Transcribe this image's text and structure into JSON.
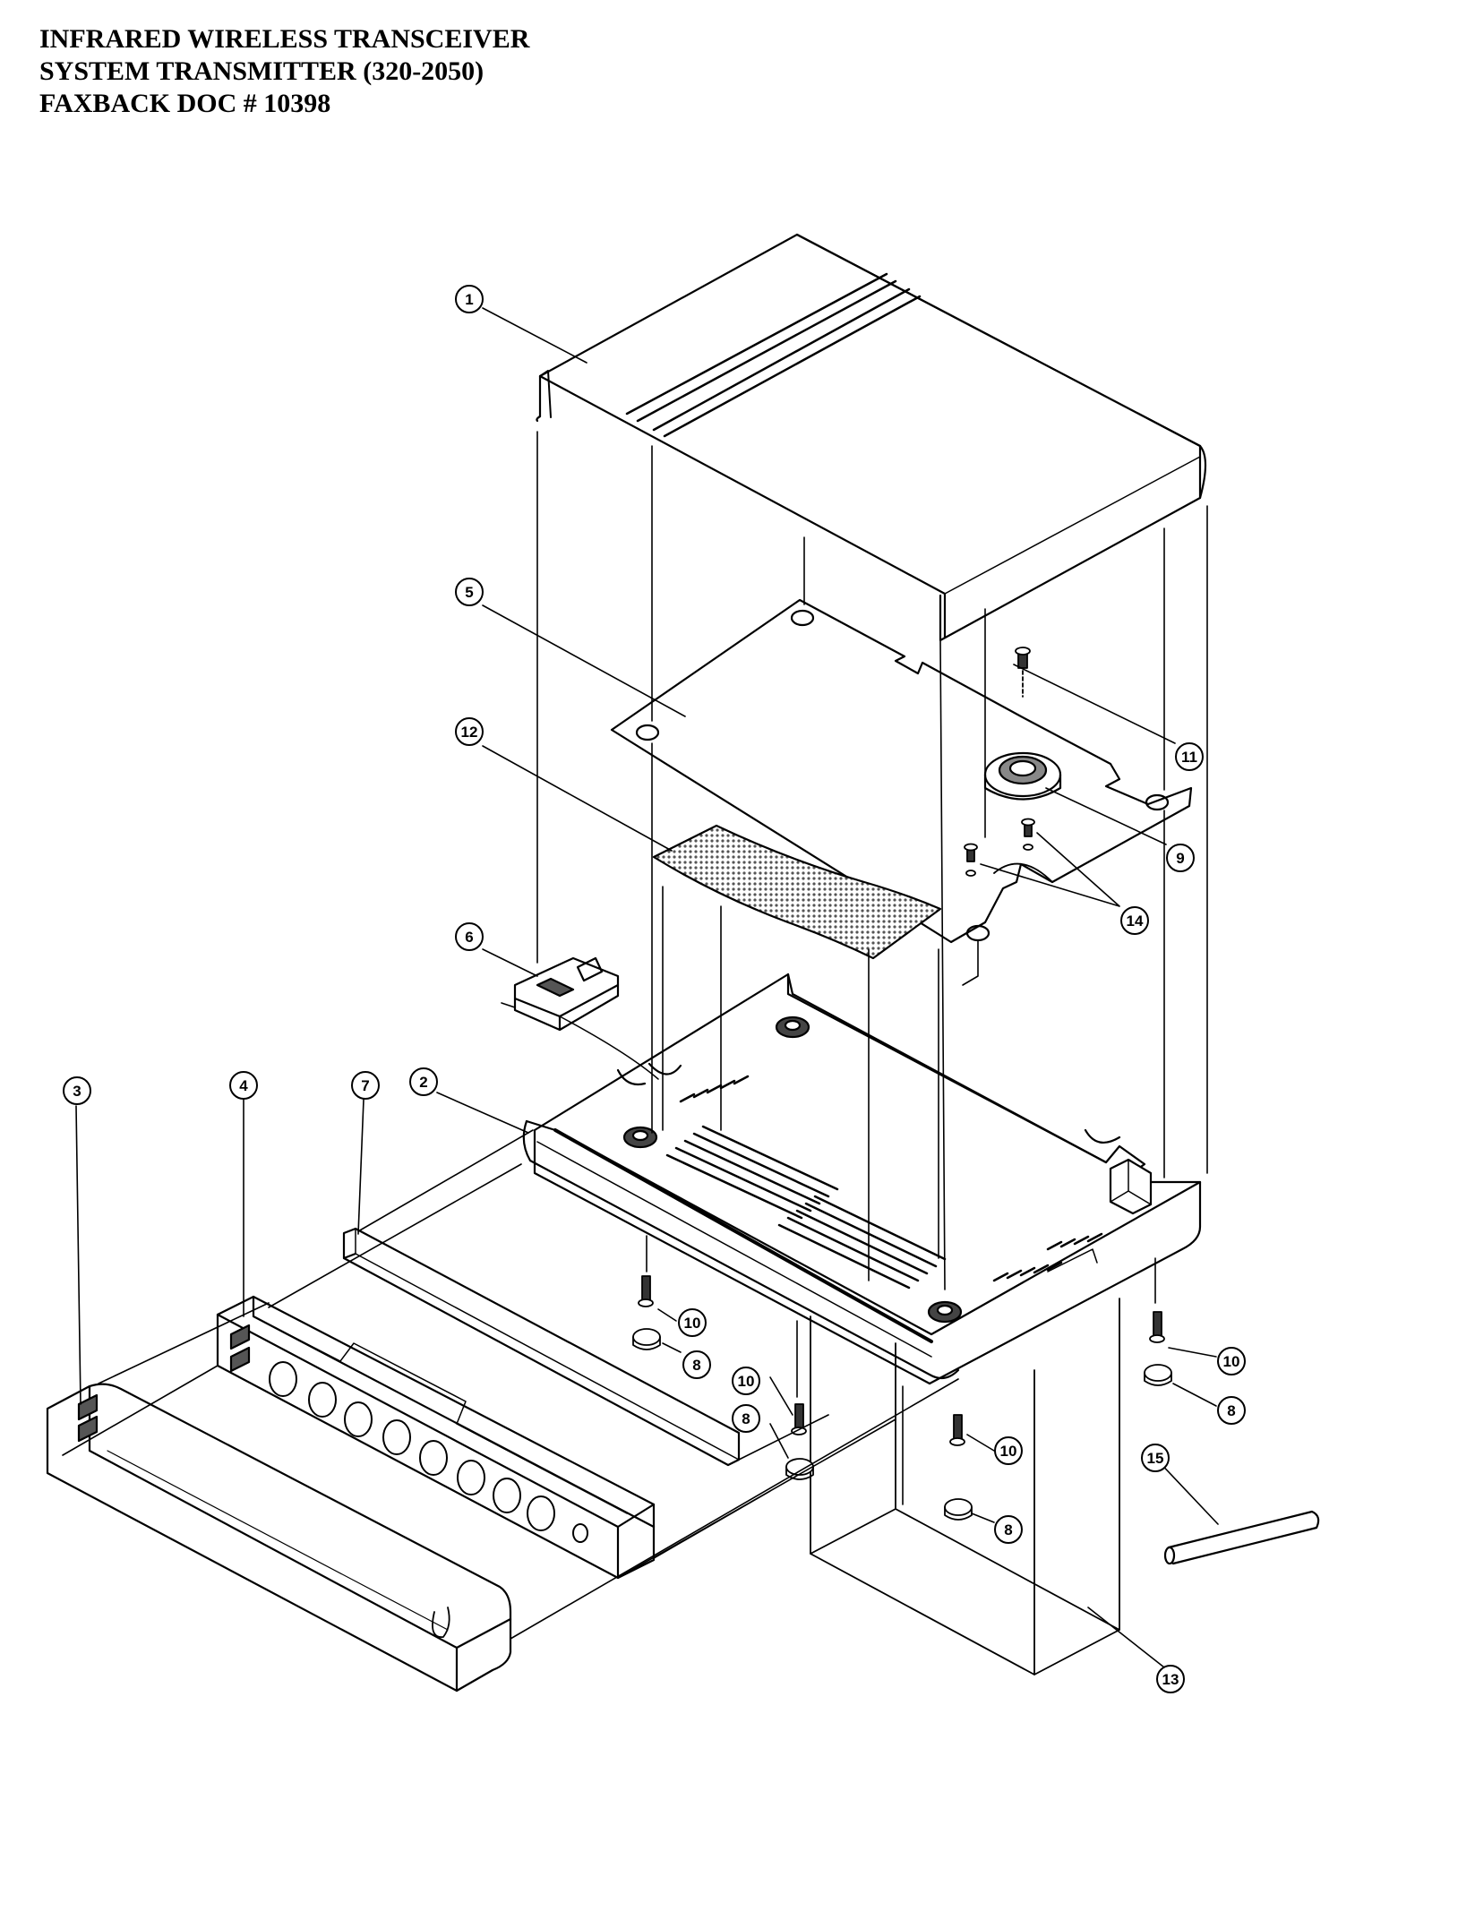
{
  "header": {
    "line1": "INFRARED WIRELESS TRANSCEIVER",
    "line2": "SYSTEM  TRANSMITTER  (320-2050)",
    "line3": "FAXBACK DOC # 10398"
  },
  "callouts": {
    "c1": "1",
    "c2": "2",
    "c3": "3",
    "c4": "4",
    "c5": "5",
    "c6": "6",
    "c7": "7",
    "c8a": "8",
    "c8b": "8",
    "c8c": "8",
    "c8d": "8",
    "c9": "9",
    "c10a": "10",
    "c10b": "10",
    "c10c": "10",
    "c10d": "10",
    "c11": "11",
    "c12": "12",
    "c13": "13",
    "c14": "14",
    "c15": "15"
  },
  "colors": {
    "ink": "#000000",
    "paper": "#ffffff",
    "panel": "#e9e9e9",
    "mesh": "#9a9a9a"
  }
}
